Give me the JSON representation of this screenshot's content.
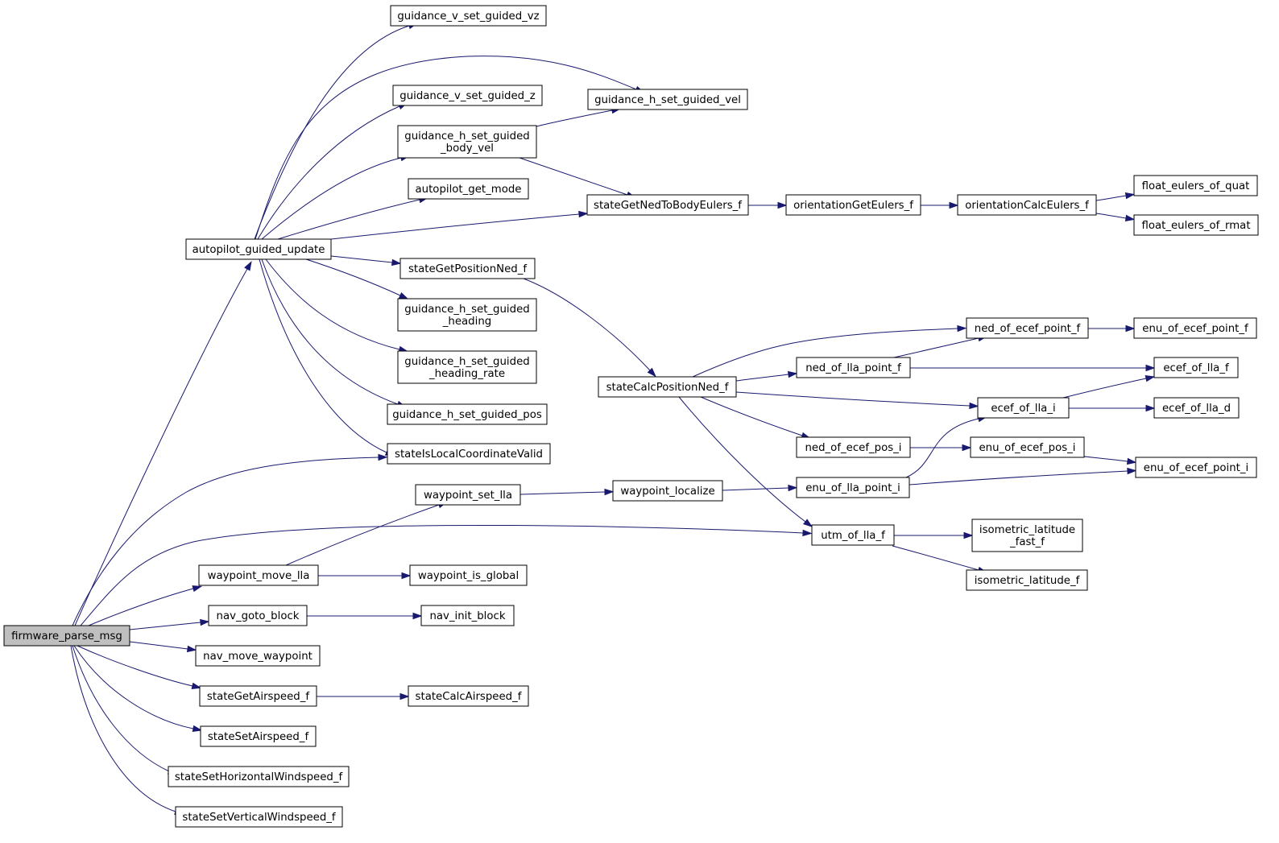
{
  "graph": {
    "edge_color": "#191970",
    "root_fill": "#bfbfbf",
    "node_fill": "#ffffff",
    "nodes": [
      {
        "id": "firmware_parse_msg",
        "lines": [
          "firmware_parse_msg"
        ],
        "root": true
      },
      {
        "id": "autopilot_guided_update",
        "lines": [
          "autopilot_guided_update"
        ]
      },
      {
        "id": "guidance_v_set_guided_vz",
        "lines": [
          "guidance_v_set_guided_vz"
        ]
      },
      {
        "id": "guidance_h_set_guided_vel",
        "lines": [
          "guidance_h_set_guided_vel"
        ]
      },
      {
        "id": "guidance_v_set_guided_z",
        "lines": [
          "guidance_v_set_guided_z"
        ]
      },
      {
        "id": "guidance_h_set_guided_body_vel",
        "lines": [
          "guidance_h_set_guided",
          "_body_vel"
        ]
      },
      {
        "id": "autopilot_get_mode",
        "lines": [
          "autopilot_get_mode"
        ]
      },
      {
        "id": "stateGetNedToBodyEulers_f",
        "lines": [
          "stateGetNedToBodyEulers_f"
        ]
      },
      {
        "id": "orientationGetEulers_f",
        "lines": [
          "orientationGetEulers_f"
        ]
      },
      {
        "id": "orientationCalcEulers_f",
        "lines": [
          "orientationCalcEulers_f"
        ]
      },
      {
        "id": "float_eulers_of_quat",
        "lines": [
          "float_eulers_of_quat"
        ]
      },
      {
        "id": "float_eulers_of_rmat",
        "lines": [
          "float_eulers_of_rmat"
        ]
      },
      {
        "id": "stateGetPositionNed_f",
        "lines": [
          "stateGetPositionNed_f"
        ]
      },
      {
        "id": "guidance_h_set_guided_heading",
        "lines": [
          "guidance_h_set_guided",
          "_heading"
        ]
      },
      {
        "id": "guidance_h_set_guided_heading_rate",
        "lines": [
          "guidance_h_set_guided",
          "_heading_rate"
        ]
      },
      {
        "id": "guidance_h_set_guided_pos",
        "lines": [
          "guidance_h_set_guided_pos"
        ]
      },
      {
        "id": "stateIsLocalCoordinateValid",
        "lines": [
          "stateIsLocalCoordinateValid"
        ]
      },
      {
        "id": "stateCalcPositionNed_f",
        "lines": [
          "stateCalcPositionNed_f"
        ]
      },
      {
        "id": "ned_of_ecef_point_f",
        "lines": [
          "ned_of_ecef_point_f"
        ]
      },
      {
        "id": "enu_of_ecef_point_f",
        "lines": [
          "enu_of_ecef_point_f"
        ]
      },
      {
        "id": "ned_of_lla_point_f",
        "lines": [
          "ned_of_lla_point_f"
        ]
      },
      {
        "id": "ecef_of_lla_f",
        "lines": [
          "ecef_of_lla_f"
        ]
      },
      {
        "id": "ecef_of_lla_i",
        "lines": [
          "ecef_of_lla_i"
        ]
      },
      {
        "id": "ecef_of_lla_d",
        "lines": [
          "ecef_of_lla_d"
        ]
      },
      {
        "id": "ned_of_ecef_pos_i",
        "lines": [
          "ned_of_ecef_pos_i"
        ]
      },
      {
        "id": "enu_of_ecef_pos_i",
        "lines": [
          "enu_of_ecef_pos_i"
        ]
      },
      {
        "id": "enu_of_ecef_point_i",
        "lines": [
          "enu_of_ecef_point_i"
        ]
      },
      {
        "id": "waypoint_set_lla",
        "lines": [
          "waypoint_set_lla"
        ]
      },
      {
        "id": "waypoint_localize",
        "lines": [
          "waypoint_localize"
        ]
      },
      {
        "id": "enu_of_lla_point_i",
        "lines": [
          "enu_of_lla_point_i"
        ]
      },
      {
        "id": "utm_of_lla_f",
        "lines": [
          "utm_of_lla_f"
        ]
      },
      {
        "id": "isometric_latitude_fast_f",
        "lines": [
          "isometric_latitude",
          "_fast_f"
        ]
      },
      {
        "id": "isometric_latitude_f",
        "lines": [
          "isometric_latitude_f"
        ]
      },
      {
        "id": "waypoint_move_lla",
        "lines": [
          "waypoint_move_lla"
        ]
      },
      {
        "id": "waypoint_is_global",
        "lines": [
          "waypoint_is_global"
        ]
      },
      {
        "id": "nav_goto_block",
        "lines": [
          "nav_goto_block"
        ]
      },
      {
        "id": "nav_init_block",
        "lines": [
          "nav_init_block"
        ]
      },
      {
        "id": "nav_move_waypoint",
        "lines": [
          "nav_move_waypoint"
        ]
      },
      {
        "id": "stateGetAirspeed_f",
        "lines": [
          "stateGetAirspeed_f"
        ]
      },
      {
        "id": "stateCalcAirspeed_f",
        "lines": [
          "stateCalcAirspeed_f"
        ]
      },
      {
        "id": "stateSetAirspeed_f",
        "lines": [
          "stateSetAirspeed_f"
        ]
      },
      {
        "id": "stateSetHorizontalWindspeed_f",
        "lines": [
          "stateSetHorizontalWindspeed_f"
        ]
      },
      {
        "id": "stateSetVerticalWindspeed_f",
        "lines": [
          "stateSetVerticalWindspeed_f"
        ]
      }
    ],
    "edges": [
      {
        "from": "firmware_parse_msg",
        "to": "autopilot_guided_update"
      },
      {
        "from": "firmware_parse_msg",
        "to": "stateIsLocalCoordinateValid"
      },
      {
        "from": "firmware_parse_msg",
        "to": "utm_of_lla_f"
      },
      {
        "from": "firmware_parse_msg",
        "to": "waypoint_move_lla"
      },
      {
        "from": "firmware_parse_msg",
        "to": "nav_goto_block"
      },
      {
        "from": "firmware_parse_msg",
        "to": "nav_move_waypoint"
      },
      {
        "from": "firmware_parse_msg",
        "to": "stateGetAirspeed_f"
      },
      {
        "from": "firmware_parse_msg",
        "to": "stateSetAirspeed_f"
      },
      {
        "from": "firmware_parse_msg",
        "to": "stateSetHorizontalWindspeed_f"
      },
      {
        "from": "firmware_parse_msg",
        "to": "stateSetVerticalWindspeed_f"
      },
      {
        "from": "autopilot_guided_update",
        "to": "guidance_v_set_guided_vz"
      },
      {
        "from": "autopilot_guided_update",
        "to": "guidance_h_set_guided_vel"
      },
      {
        "from": "autopilot_guided_update",
        "to": "guidance_v_set_guided_z"
      },
      {
        "from": "autopilot_guided_update",
        "to": "guidance_h_set_guided_body_vel"
      },
      {
        "from": "autopilot_guided_update",
        "to": "autopilot_get_mode"
      },
      {
        "from": "autopilot_guided_update",
        "to": "stateGetNedToBodyEulers_f"
      },
      {
        "from": "autopilot_guided_update",
        "to": "stateGetPositionNed_f"
      },
      {
        "from": "autopilot_guided_update",
        "to": "guidance_h_set_guided_heading"
      },
      {
        "from": "autopilot_guided_update",
        "to": "guidance_h_set_guided_heading_rate"
      },
      {
        "from": "autopilot_guided_update",
        "to": "guidance_h_set_guided_pos"
      },
      {
        "from": "autopilot_guided_update",
        "to": "stateIsLocalCoordinateValid"
      },
      {
        "from": "guidance_h_set_guided_body_vel",
        "to": "guidance_h_set_guided_vel"
      },
      {
        "from": "guidance_h_set_guided_body_vel",
        "to": "stateGetNedToBodyEulers_f"
      },
      {
        "from": "stateGetNedToBodyEulers_f",
        "to": "orientationGetEulers_f"
      },
      {
        "from": "orientationGetEulers_f",
        "to": "orientationCalcEulers_f"
      },
      {
        "from": "orientationCalcEulers_f",
        "to": "float_eulers_of_quat"
      },
      {
        "from": "orientationCalcEulers_f",
        "to": "float_eulers_of_rmat"
      },
      {
        "from": "stateGetPositionNed_f",
        "to": "stateCalcPositionNed_f"
      },
      {
        "from": "stateCalcPositionNed_f",
        "to": "ned_of_ecef_point_f"
      },
      {
        "from": "stateCalcPositionNed_f",
        "to": "ned_of_lla_point_f"
      },
      {
        "from": "stateCalcPositionNed_f",
        "to": "ecef_of_lla_i"
      },
      {
        "from": "stateCalcPositionNed_f",
        "to": "ned_of_ecef_pos_i"
      },
      {
        "from": "stateCalcPositionNed_f",
        "to": "utm_of_lla_f"
      },
      {
        "from": "ned_of_ecef_point_f",
        "to": "enu_of_ecef_point_f"
      },
      {
        "from": "ned_of_lla_point_f",
        "to": "ned_of_ecef_point_f"
      },
      {
        "from": "ned_of_lla_point_f",
        "to": "ecef_of_lla_f"
      },
      {
        "from": "ecef_of_lla_i",
        "to": "ecef_of_lla_f"
      },
      {
        "from": "ecef_of_lla_i",
        "to": "ecef_of_lla_d"
      },
      {
        "from": "ned_of_ecef_pos_i",
        "to": "enu_of_ecef_pos_i"
      },
      {
        "from": "enu_of_ecef_pos_i",
        "to": "enu_of_ecef_point_i"
      },
      {
        "from": "waypoint_set_lla",
        "to": "waypoint_localize"
      },
      {
        "from": "waypoint_localize",
        "to": "enu_of_lla_point_i"
      },
      {
        "from": "enu_of_lla_point_i",
        "to": "ecef_of_lla_i"
      },
      {
        "from": "enu_of_lla_point_i",
        "to": "enu_of_ecef_point_i"
      },
      {
        "from": "utm_of_lla_f",
        "to": "isometric_latitude_fast_f"
      },
      {
        "from": "utm_of_lla_f",
        "to": "isometric_latitude_f"
      },
      {
        "from": "waypoint_move_lla",
        "to": "waypoint_set_lla"
      },
      {
        "from": "waypoint_move_lla",
        "to": "waypoint_is_global"
      },
      {
        "from": "nav_goto_block",
        "to": "nav_init_block"
      },
      {
        "from": "stateGetAirspeed_f",
        "to": "stateCalcAirspeed_f"
      }
    ]
  }
}
